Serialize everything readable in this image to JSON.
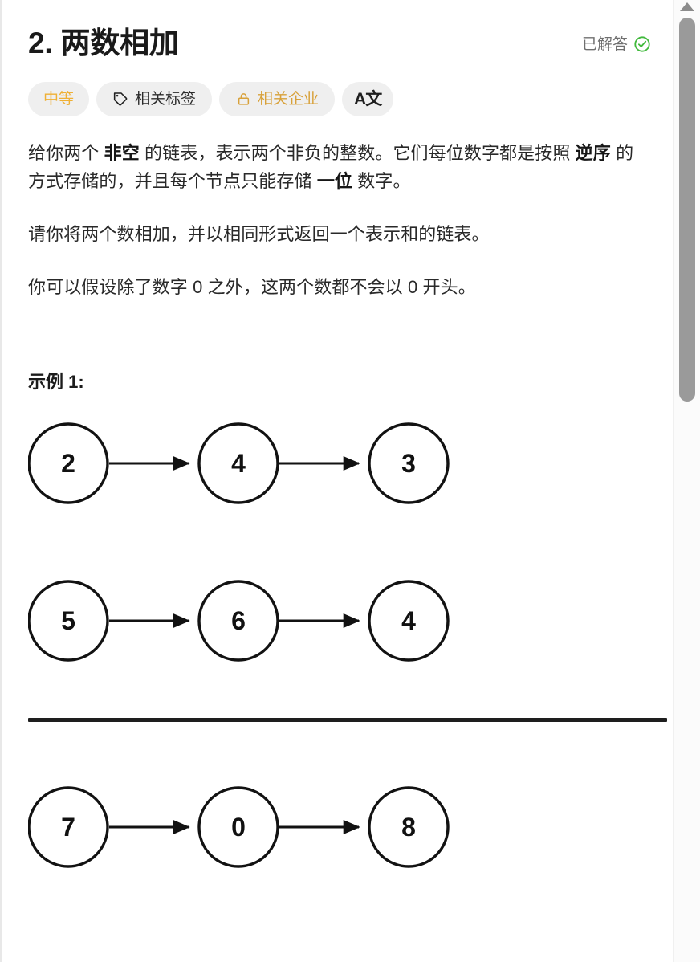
{
  "window": {
    "scrollbar": {
      "up_arrow_icon": "chevron-up-icon",
      "thumb_position_pct": 2,
      "thumb_size_pct": 40
    }
  },
  "header": {
    "title": "2. 两数相加",
    "status": {
      "label": "已解答",
      "icon": "check-circle-icon",
      "color": "#41b93c"
    }
  },
  "badges": [
    {
      "name": "difficulty",
      "label": "中等",
      "icon": null,
      "color": "#efb035"
    },
    {
      "name": "related-topics",
      "label": "相关标签",
      "icon": "tag-icon",
      "color": "#2b2b2b"
    },
    {
      "name": "related-companies",
      "label": "相关企业",
      "icon": "lock-icon",
      "color": "#d8a13a"
    },
    {
      "name": "translate",
      "label": "A文",
      "icon": "translate-icon",
      "color": "#1f1f1f"
    }
  ],
  "description": {
    "paragraphs": [
      {
        "parts": [
          {
            "text": "给你两个 ",
            "bold": false
          },
          {
            "text": "非空",
            "bold": true
          },
          {
            "text": " 的链表，表示两个非负的整数。它们每位数字都是按照 ",
            "bold": false
          },
          {
            "text": "逆序",
            "bold": true
          },
          {
            "text": " 的方式存储的，并且每个节点只能存储 ",
            "bold": false
          },
          {
            "text": "一位",
            "bold": true
          },
          {
            "text": " 数字。",
            "bold": false
          }
        ]
      },
      {
        "parts": [
          {
            "text": "请你将两个数相加，并以相同形式返回一个表示和的链表。",
            "bold": false
          }
        ]
      },
      {
        "parts": [
          {
            "text": "你可以假设除了数字 0 之外，这两个数都不会以 0 开头。",
            "bold": false
          }
        ]
      }
    ]
  },
  "example": {
    "heading": "示例 1:",
    "lists": [
      {
        "name": "input-list-1",
        "nodes": [
          "2",
          "4",
          "3"
        ]
      },
      {
        "name": "input-list-2",
        "nodes": [
          "5",
          "6",
          "4"
        ]
      },
      {
        "name": "output-list",
        "nodes": [
          "7",
          "0",
          "8"
        ]
      }
    ],
    "divider": true
  }
}
